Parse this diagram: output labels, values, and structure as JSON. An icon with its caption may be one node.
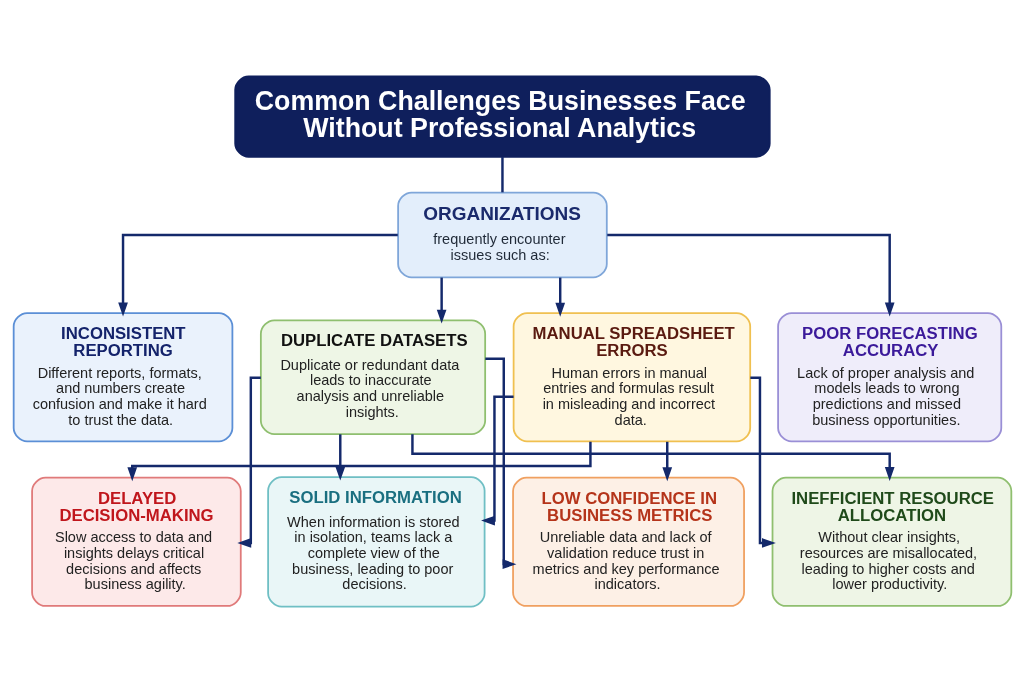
{
  "diagram": {
    "nodes": [
      {
        "text": [
          "Common Challenges Businesses Face Without Professional Analytics"
        ]
      },
      {
        "text": [
          "ORGANIZATIONS",
          "frequently encounter issues such as:"
        ]
      },
      {
        "text": [
          "INCONSISTENT REPORTING",
          "Different reports, formats, and numbers create confusion and make it hard to trust the data."
        ]
      },
      {
        "text": [
          "DUPLICATE DATASETS",
          "Duplicate or redundant data leads to inaccurate analysis and unreliable insights."
        ]
      },
      {
        "text": [
          "MANUAL SPREADSHEET ERRORS",
          "Human errors in manual entries and formulas result in misleading and incorrect data."
        ]
      },
      {
        "text": [
          "POOR FORECASTING ACCURACY",
          "Lack of proper analysis and models leads to wrong predictions and missed business opportunities."
        ]
      },
      {
        "text": [
          "DELAYED DECISION-MAKING",
          "Slow access to data and insights delays critical decisions and affects business agility."
        ]
      },
      {
        "text": [
          "SOLID INFORMATION",
          "When information is stored in isolation, teams lack a complete view of the business, leading to poor decisions."
        ]
      },
      {
        "text": [
          "LOW CONFIDENCE IN BUSINESS METRICS",
          "Unreliable data and lack of validation reduce trust in metrics and key performance indicators."
        ]
      },
      {
        "text": [
          "INEFFICIENT RESOURCE ALLOCATION",
          "Without clear insights, resources are misallocated, leading to higher costs and lower productivity."
        ]
      }
    ],
    "edges": [
      {
        "from": 0,
        "to": 1,
        "arrow": "none"
      },
      {
        "from": 1,
        "to": 2,
        "arrow": "to"
      },
      {
        "from": 1,
        "to": 3,
        "arrow": "to"
      },
      {
        "from": 1,
        "to": 4,
        "arrow": "to"
      },
      {
        "from": 1,
        "to": 5,
        "arrow": "to"
      },
      {
        "from": 3,
        "to": 6,
        "arrow": "to"
      },
      {
        "from": 3,
        "to": 7,
        "arrow": "to"
      },
      {
        "from": 3,
        "to": 8,
        "arrow": "to"
      },
      {
        "from": 3,
        "to": 9,
        "arrow": "to"
      },
      {
        "from": 4,
        "to": 6,
        "arrow": "to"
      },
      {
        "from": 4,
        "to": 7,
        "arrow": "to"
      },
      {
        "from": 4,
        "to": 8,
        "arrow": "to"
      },
      {
        "from": 4,
        "to": 9,
        "arrow": "to"
      }
    ]
  }
}
